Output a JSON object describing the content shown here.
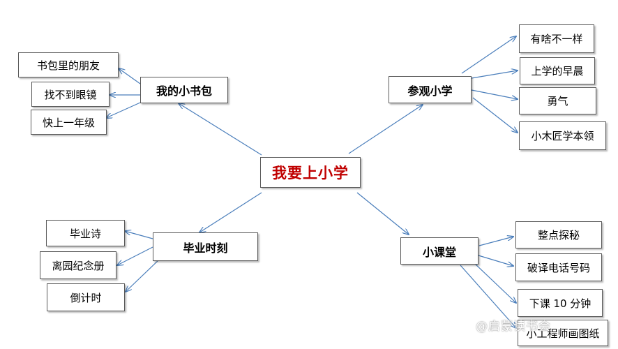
{
  "center": "我要上小学",
  "branches": {
    "bag": {
      "title": "我的小书包",
      "items": [
        "书包里的朋友",
        "找不到眼镜",
        "快上一年级"
      ]
    },
    "visit": {
      "title": "参观小学",
      "items": [
        "有啥不一样",
        "上学的早晨",
        "勇气",
        "小木匠学本领"
      ]
    },
    "graduation": {
      "title": "毕业时刻",
      "items": [
        "毕业诗",
        "离园纪念册",
        "倒计时"
      ]
    },
    "classroom": {
      "title": "小课堂",
      "items": [
        "整点探秘",
        "破译电话号码",
        "下课 10 分钟",
        "小工程师画图纸"
      ]
    }
  },
  "watermark": "@启蒙读书会",
  "colors": {
    "arrow": "#4a7ebb",
    "center_text": "#c00000",
    "border": "#595959"
  }
}
